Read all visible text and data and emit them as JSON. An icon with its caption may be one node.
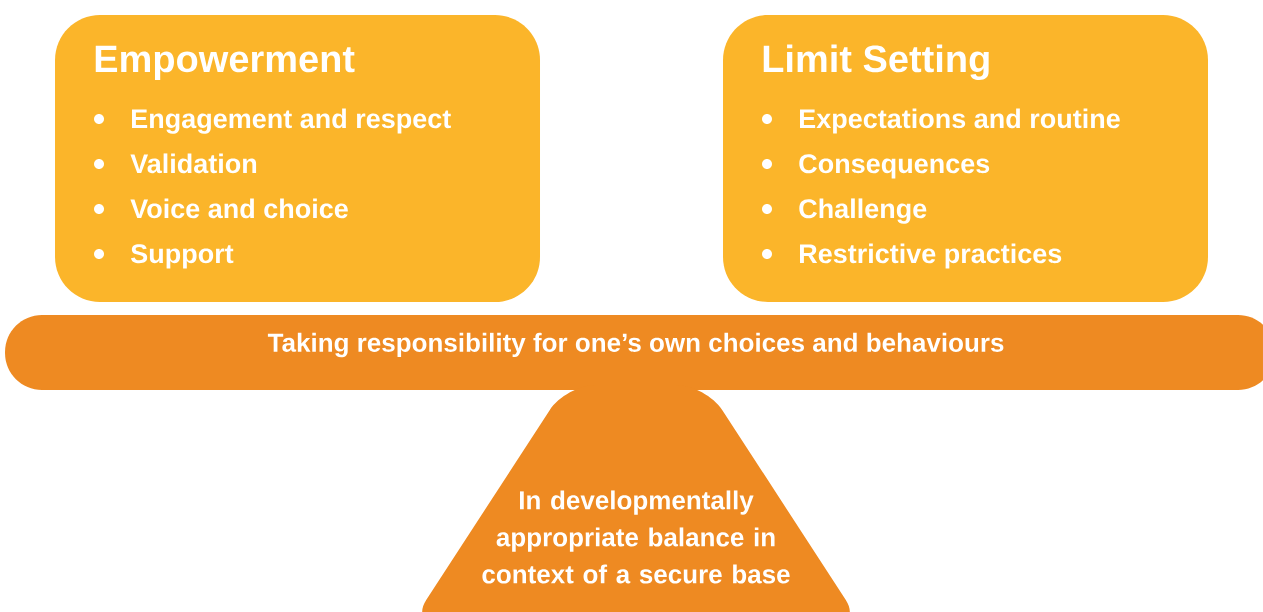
{
  "diagram": {
    "nodes": [
      {
        "text": [
          "Empowerment",
          "Engagement and respect",
          "Validation",
          "Voice and choice",
          "Support"
        ]
      },
      {
        "text": [
          "Limit Setting",
          "Expectations and routine",
          "Consequences",
          "Challenge",
          "Restrictive practices"
        ]
      },
      {
        "text": [
          "Taking responsibility for one’s own choices and behaviours"
        ]
      },
      {
        "text": [
          "In developmentally appropriate balance in context of a secure base"
        ]
      }
    ]
  }
}
